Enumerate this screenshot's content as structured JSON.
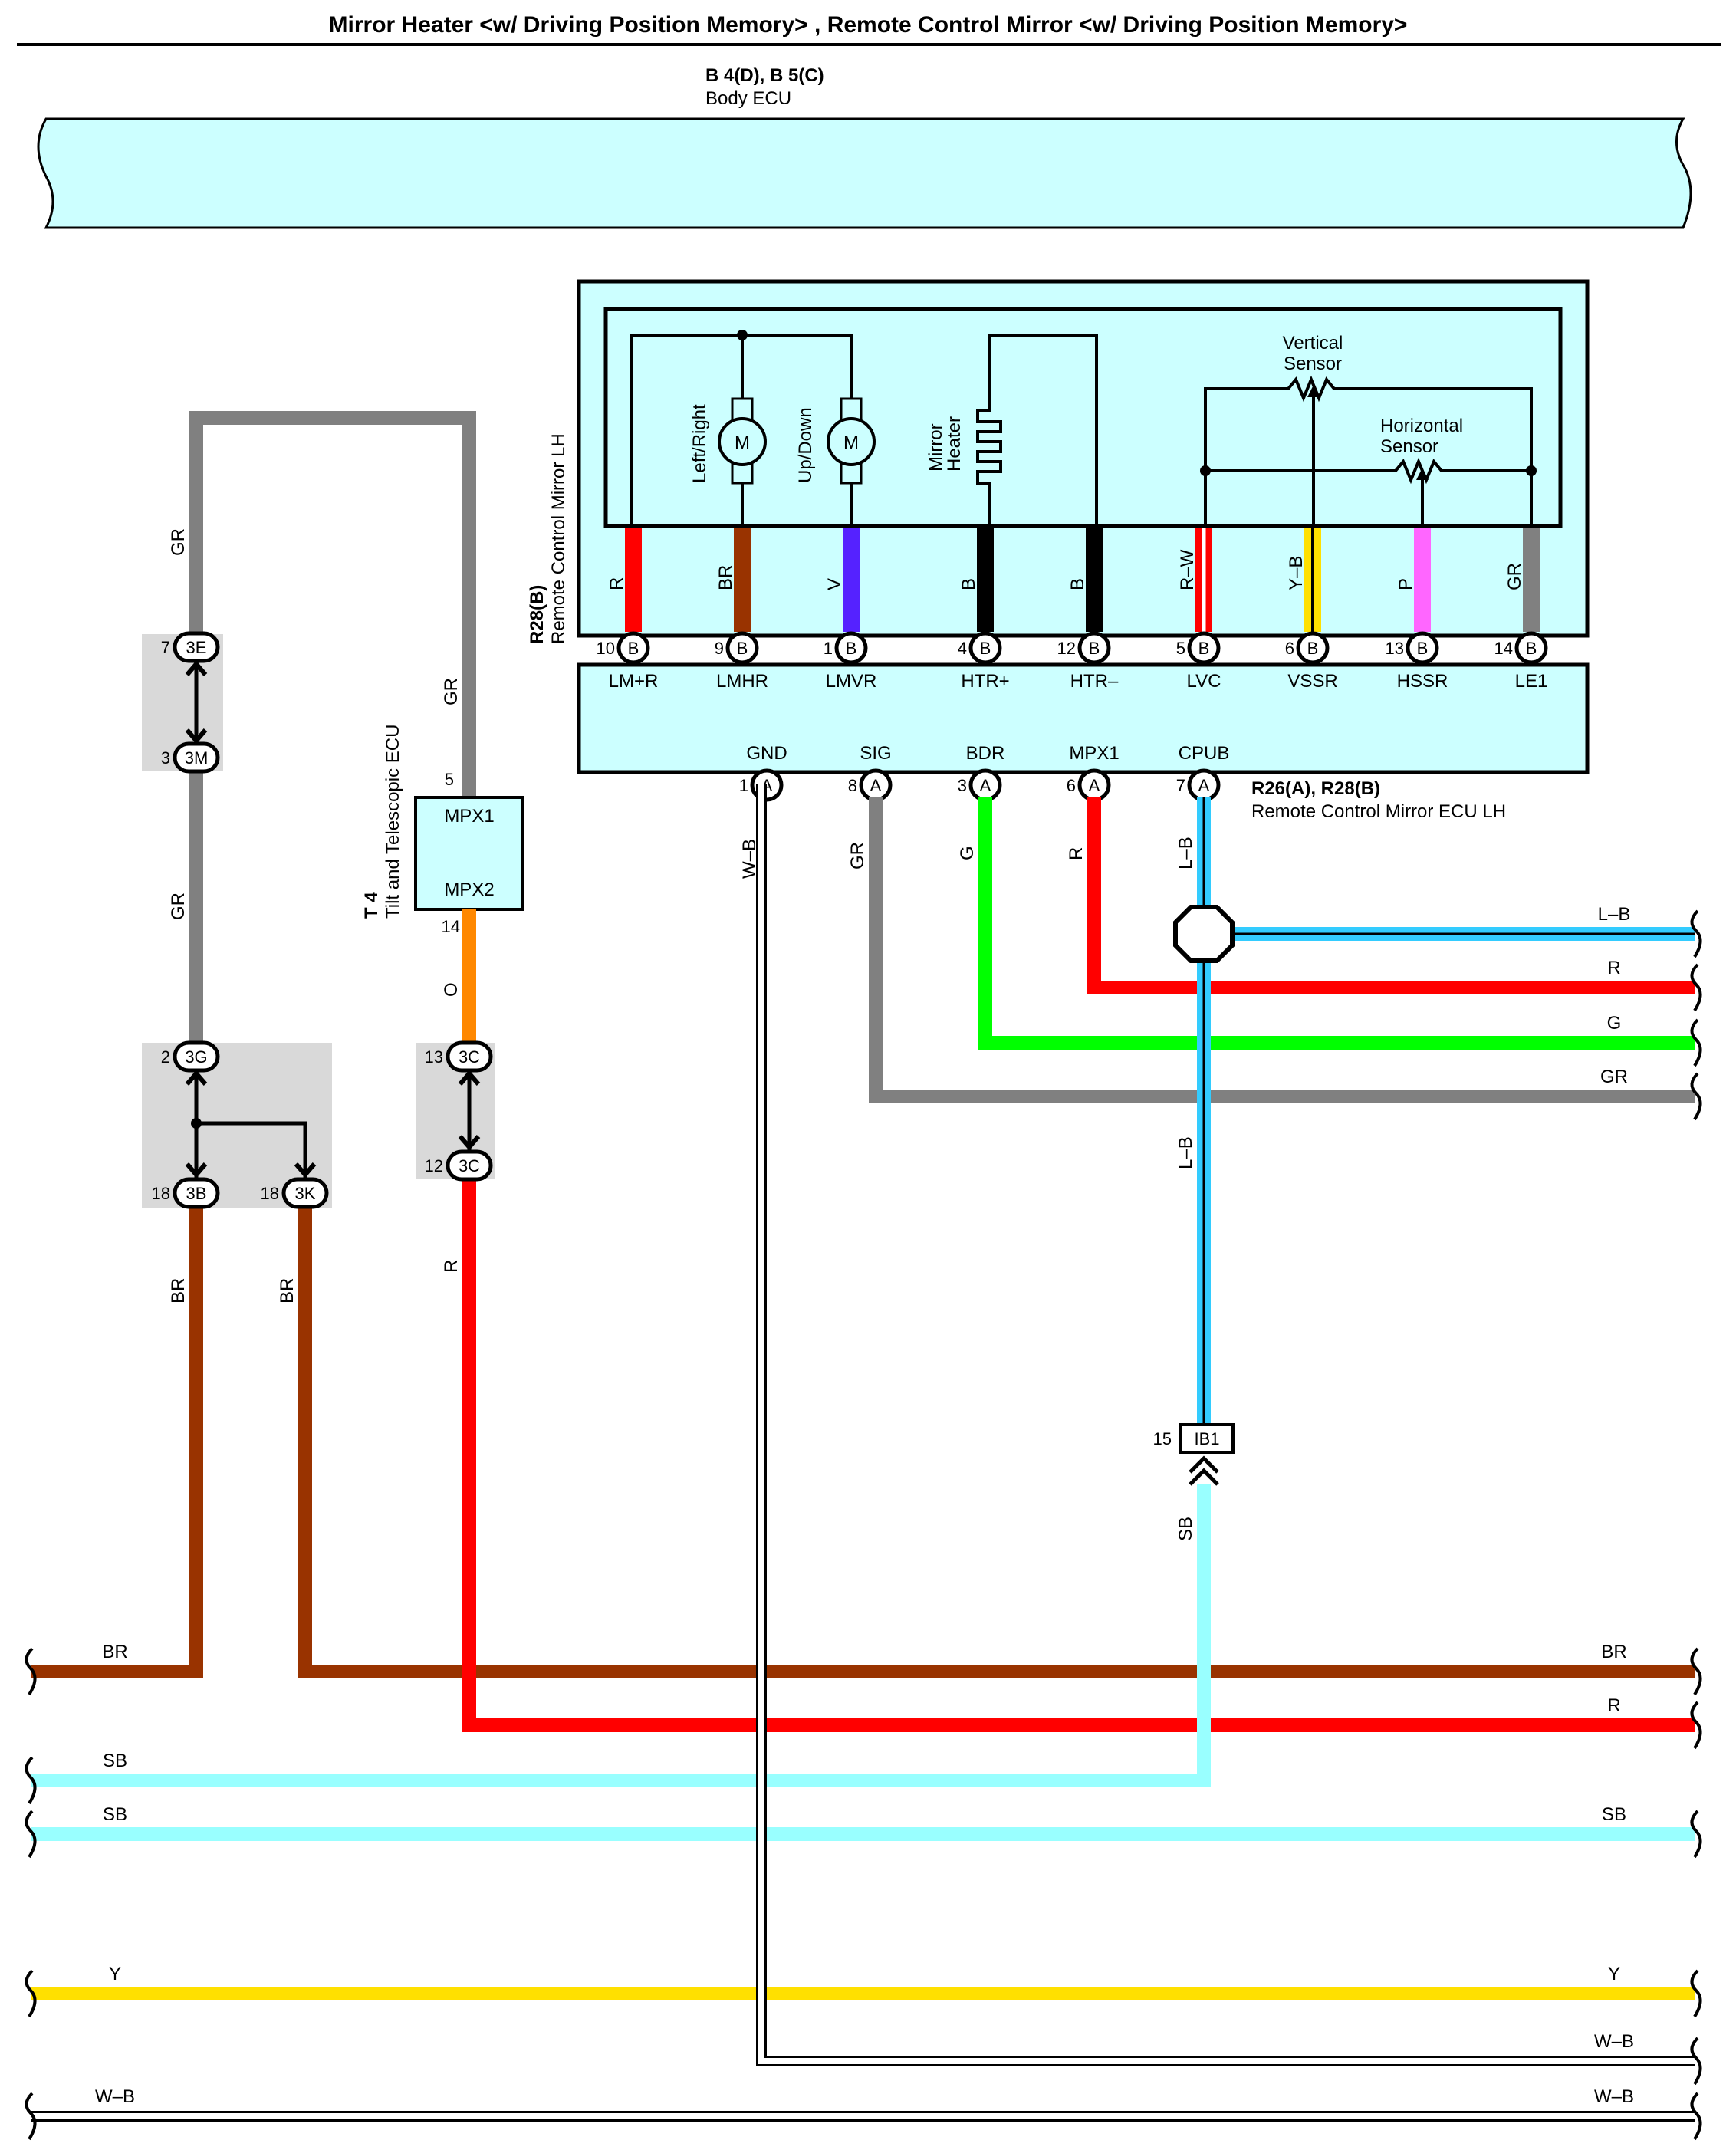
{
  "title": "Mirror Heater <w/ Driving Position Memory> , Remote Control Mirror <w/ Driving Position Memory>",
  "colors": {
    "ecu_fill": "#ccffff",
    "connector_bg": "#d9d9d9",
    "BR": "#993300",
    "R": "#ff0000",
    "GR": "#808080",
    "G": "#00ff00",
    "SB": "#99ffff",
    "LB": "#33ccff",
    "Y": "#ffe000",
    "V": "#5522ff",
    "B": "#000000",
    "P": "#ff66ff",
    "O": "#ff8800",
    "RW": "#ff0000",
    "YB": "#ffe000"
  },
  "body_ecu": {
    "code": "B 4(D), B 5(C)",
    "name": "Body ECU"
  },
  "mirror": {
    "code": "R28(B)",
    "name": "Remote Control Mirror LH",
    "motor_symbol": "M",
    "labels": {
      "left_right": "Left/Right",
      "up_down": "Up/Down",
      "heater": [
        "Mirror",
        "Heater"
      ],
      "vertical": [
        "Vertical",
        "Sensor"
      ],
      "horizontal": [
        "Horizontal",
        "Sensor"
      ]
    },
    "wires": [
      {
        "color": "R",
        "pin": "10",
        "conn": "B",
        "term": "LM+R"
      },
      {
        "color": "BR",
        "pin": "9",
        "conn": "B",
        "term": "LMHR"
      },
      {
        "color": "V",
        "pin": "1",
        "conn": "B",
        "term": "LMVR"
      },
      {
        "color": "B",
        "pin": "4",
        "conn": "B",
        "term": "HTR+"
      },
      {
        "color": "B",
        "pin": "12",
        "conn": "B",
        "term": "HTR–"
      },
      {
        "color": "R–W",
        "pin": "5",
        "conn": "B",
        "term": "LVC"
      },
      {
        "color": "Y–B",
        "pin": "6",
        "conn": "B",
        "term": "VSSR"
      },
      {
        "color": "P",
        "pin": "13",
        "conn": "B",
        "term": "HSSR"
      },
      {
        "color": "GR",
        "pin": "14",
        "conn": "B",
        "term": "LE1"
      }
    ]
  },
  "mirror_ecu": {
    "code": "R26(A), R28(B)",
    "name": "Remote Control Mirror ECU LH",
    "terminals": [
      {
        "name": "GND",
        "pin": "1",
        "conn": "A",
        "wire": "W–B"
      },
      {
        "name": "SIG",
        "pin": "8",
        "conn": "A",
        "wire": "GR"
      },
      {
        "name": "BDR",
        "pin": "3",
        "conn": "A",
        "wire": "G"
      },
      {
        "name": "MPX1",
        "pin": "6",
        "conn": "A",
        "wire": "R"
      },
      {
        "name": "CPUB",
        "pin": "7",
        "conn": "A",
        "wire": "L–B"
      }
    ]
  },
  "tilt_ecu": {
    "code": "T 4",
    "name": "Tilt and Telescopic ECU",
    "mpx1": "MPX1",
    "mpx2": "MPX2",
    "pin_top": "5",
    "pin_bottom": "14"
  },
  "junctions": {
    "j3E": {
      "pin": "7",
      "id": "3E"
    },
    "j3M": {
      "pin": "3",
      "id": "3M"
    },
    "j3G": {
      "pin": "2",
      "id": "3G"
    },
    "j3B": {
      "pin": "18",
      "id": "3B"
    },
    "j3K": {
      "pin": "18",
      "id": "3K"
    },
    "j3C_top": {
      "pin": "13",
      "id": "3C"
    },
    "j3C_bot": {
      "pin": "12",
      "id": "3C"
    },
    "ib1": {
      "pin": "15",
      "id": "IB1"
    }
  },
  "wire_labels": {
    "gr1": "GR",
    "gr2": "GR",
    "gr_tilt": "GR",
    "o": "O",
    "r_tilt": "R",
    "br1": "BR",
    "br2": "BR",
    "wb_gnd": "W–B",
    "gr_sig": "GR",
    "g_bdr": "G",
    "r_mpx1": "R",
    "lb_cpub": "L–B",
    "lb_down": "L–B",
    "sb_down": "SB"
  },
  "right_labels": {
    "lb": "L–B",
    "r": "R",
    "g": "G",
    "gr": "GR",
    "br": "BR",
    "r2": "R",
    "sb": "SB",
    "y": "Y",
    "wb1": "W–B",
    "wb2": "W–B"
  },
  "left_labels": {
    "br": "BR",
    "sb1": "SB",
    "sb2": "SB",
    "y": "Y",
    "wb": "W–B"
  }
}
